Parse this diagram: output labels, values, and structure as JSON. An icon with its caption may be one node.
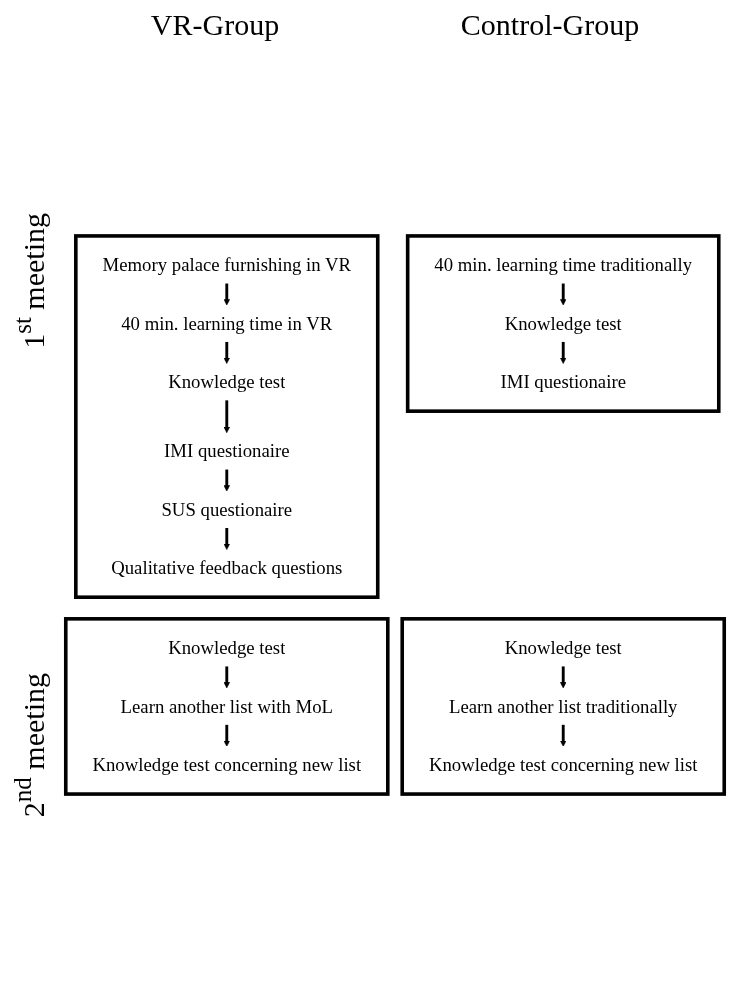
{
  "diagram": {
    "nodes": [
      {
        "text": [],
        "shape": "box"
      },
      {
        "text": [
          "Memory palace furnishing in VR"
        ],
        "in": 0
      },
      {
        "text": [
          "40 min. learning time in VR"
        ],
        "in": 0
      },
      {
        "text": [
          "Knowledge test"
        ],
        "in": 0
      },
      {
        "text": [
          "IMI questionaire"
        ],
        "in": 0
      },
      {
        "text": [
          "SUS questionaire"
        ],
        "in": 0
      },
      {
        "text": [
          "Qualitative feedback questions"
        ],
        "in": 0
      },
      {
        "text": [],
        "shape": "box"
      },
      {
        "text": [
          "40 min. learning time traditionally"
        ],
        "in": 7
      },
      {
        "text": [
          "Knowledge test"
        ],
        "in": 7
      },
      {
        "text": [
          "IMI questionaire"
        ],
        "in": 7
      },
      {
        "text": [],
        "shape": "box"
      },
      {
        "text": [
          "Knowledge test"
        ],
        "in": 11
      },
      {
        "text": [
          "Learn another list with MoL"
        ],
        "in": 11
      },
      {
        "text": [
          "Knowledge test concerning new list"
        ],
        "in": 11
      },
      {
        "text": [],
        "shape": "box"
      },
      {
        "text": [
          "Knowledge test"
        ],
        "in": 15
      },
      {
        "text": [
          "Learn another list traditionally"
        ],
        "in": 15
      },
      {
        "text": [
          "Knowledge test concerning new list"
        ],
        "in": 15
      }
    ],
    "edges": [
      {
        "from": 1,
        "to": 2,
        "arrow": "to"
      },
      {
        "from": 2,
        "to": 3,
        "arrow": "to"
      },
      {
        "from": 3,
        "to": 4,
        "arrow": "to"
      },
      {
        "from": 4,
        "to": 5,
        "arrow": "to"
      },
      {
        "from": 5,
        "to": 6,
        "arrow": "to"
      },
      {
        "from": 8,
        "to": 9,
        "arrow": "to"
      },
      {
        "from": 9,
        "to": 10,
        "arrow": "to"
      },
      {
        "from": 12,
        "to": 13,
        "arrow": "to"
      },
      {
        "from": 13,
        "to": 14,
        "arrow": "to"
      },
      {
        "from": 16,
        "to": 17,
        "arrow": "to"
      },
      {
        "from": 17,
        "to": 18,
        "arrow": "to"
      }
    ],
    "labels": [
      "VR-Group",
      "Control-Group",
      "1$^{st}$ meeting",
      "2$^{nd}$ meeting"
    ]
  }
}
